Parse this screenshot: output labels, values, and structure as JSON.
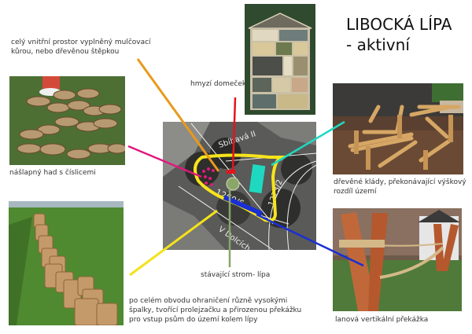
{
  "title": {
    "line1": "LIBOCKÁ LÍPA",
    "line2": "- aktivní"
  },
  "captions": {
    "mulch": "celý vnitřní prostor vyplněný mulčovací kůrou, nebo dřevěnou štěpkou",
    "insect_house": "hmyzí domeček",
    "stepping_snake": "nášlapný had s číslicemi",
    "logs": "dřevěné klády, překonávající výškový rozdíl území",
    "tree": "stávající strom-  lípa",
    "stumps": "po celém obvodu ohraničení různě vysokými špalky, tvořící prolejzačku a přirozenou překážku pro vstup psům do území kolem lípy",
    "rope": "lanová vertikální překážka"
  },
  "map": {
    "street_labels": [
      "Sbíhavá II",
      "V Dolcích"
    ],
    "parcel_labels": [
      "1260/6",
      "1273/2"
    ]
  },
  "colors": {
    "mulch_line": "#e89a1c",
    "insect_line": "#e5141c",
    "snake_line": "#e0197d",
    "logs_line": "#1fd8c0",
    "tree_line": "#8aa66a",
    "stumps_line": "#f4e21a",
    "rope_line": "#1a2fd4",
    "boundary": "#f7e41b"
  }
}
